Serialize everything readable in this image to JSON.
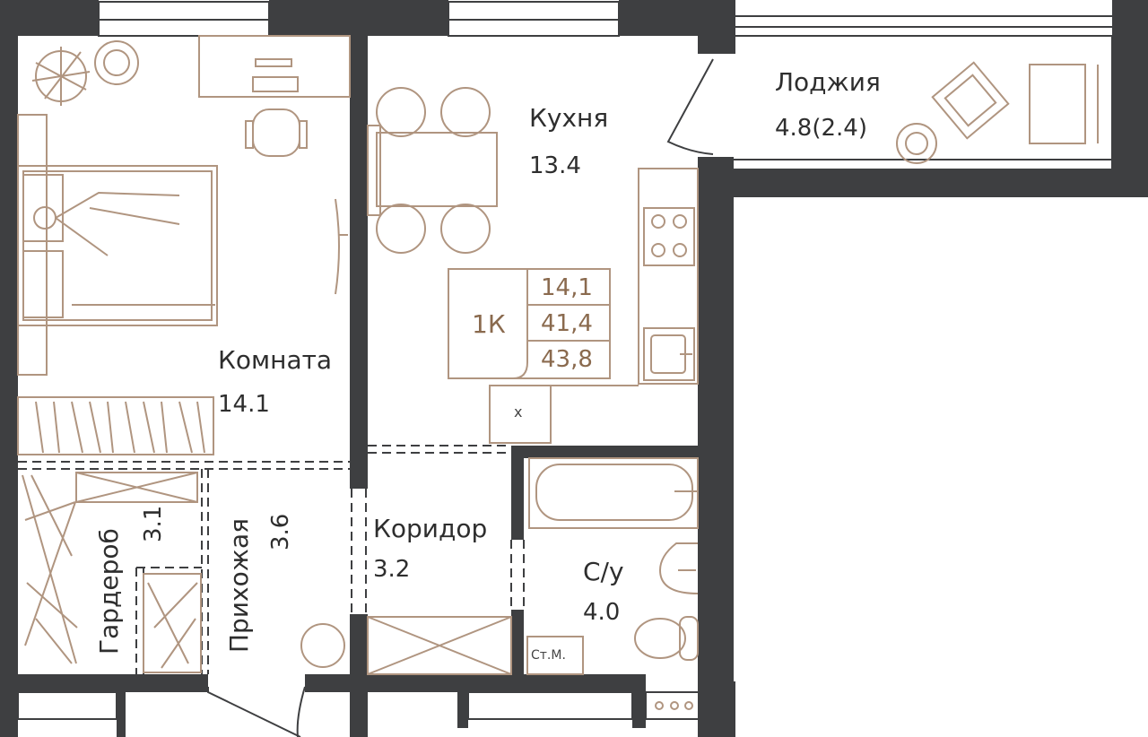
{
  "colors": {
    "wall": "#3e3f41",
    "furniture": "#b09580",
    "text": "#2e2e2e",
    "badge_text": "#8a6a4e",
    "background": "#ffffff"
  },
  "rooms": {
    "komnata": {
      "name": "Комната",
      "area": "14.1"
    },
    "kukhnya": {
      "name": "Кухня",
      "area": "13.4"
    },
    "lodzhiya": {
      "name": "Лоджия",
      "area": "4.8(2.4)"
    },
    "garderob": {
      "name": "Гардероб",
      "area": "3.1"
    },
    "prikhozhaya": {
      "name": "Прихожая",
      "area": "3.6"
    },
    "koridor": {
      "name": "Коридор",
      "area": "3.2"
    },
    "su": {
      "name": "С/у",
      "area": "4.0"
    }
  },
  "summary": {
    "type": "1К",
    "living_area": "14,1",
    "total_area": "41,4",
    "area_with_loggia": "43,8"
  },
  "appliances": {
    "fridge_mark": "х",
    "washer_label": "Ст.М."
  },
  "icons": [
    "plant-icon",
    "bed-icon",
    "chair-icon",
    "desk-icon",
    "table-icon",
    "stove-icon",
    "sink-icon",
    "bathtub-icon",
    "toilet-icon",
    "armchair-icon",
    "mirror-icon"
  ]
}
